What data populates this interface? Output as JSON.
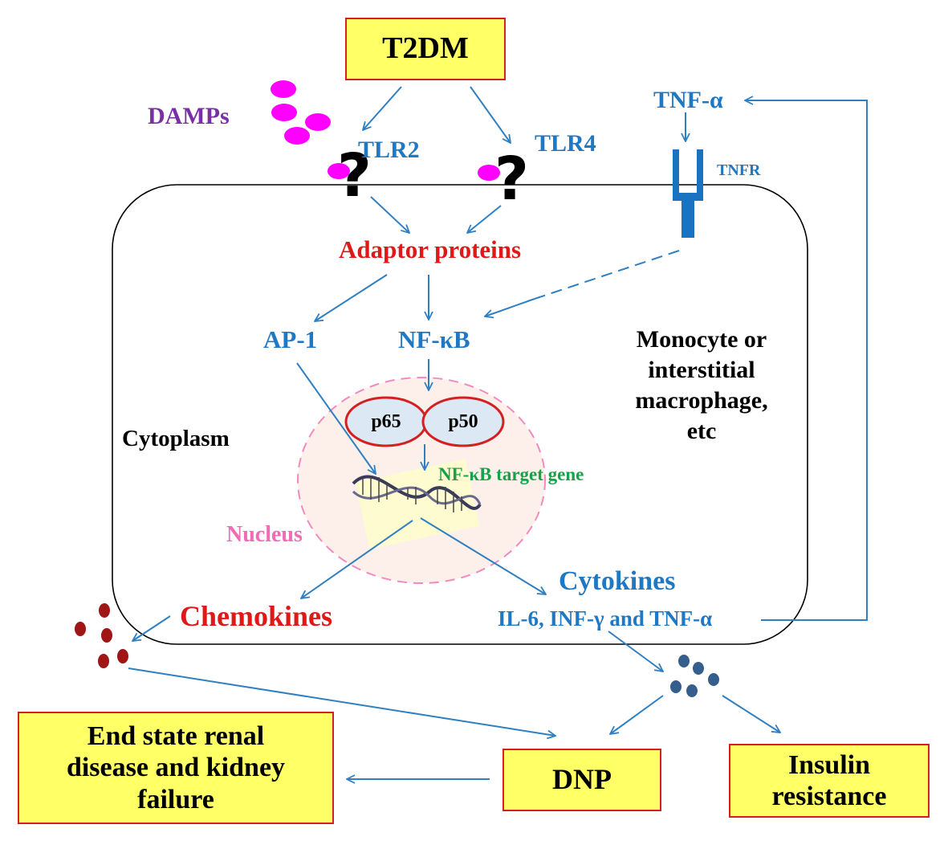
{
  "colors": {
    "arrow": "#2f7fc1",
    "box_fill": "#ffff66",
    "box_border": "#d42020",
    "damps_dot": "#ff00ff",
    "chemokine_dot": "#a01616",
    "cytokine_dot": "#355e8c",
    "nucleus_dash": "#f08ac0",
    "nucleus_fill": "#fdf0ea",
    "tnfr": "#1a73c0",
    "red_text": "#e01818",
    "blue_text": "#1f78c4",
    "purple_text": "#7a2fa6",
    "green_text": "#19a04a",
    "pink_text": "#f06cb4"
  },
  "labels": {
    "t2dm": "T2DM",
    "damps": "DAMPs",
    "tlr2": "TLR2",
    "tlr4": "TLR4",
    "question_mark": "?",
    "tnf_alpha": "TNF-α",
    "tnfr": "TNFR",
    "adaptor_proteins": "Adaptor proteins",
    "ap1": "AP-1",
    "nfkb": "NF-κB",
    "cell_type_line1": "Monocyte or",
    "cell_type_line2": "interstitial",
    "cell_type_line3": "macrophage,",
    "cell_type_line4": "etc",
    "p65": "p65",
    "p50": "p50",
    "cytoplasm": "Cytoplasm",
    "target_gene": "NF-κB target gene",
    "nucleus": "Nucleus",
    "cytokines": "Cytokines",
    "cytokine_list": "IL-6, INF-γ and TNF-α",
    "chemokines": "Chemokines",
    "esrd_line1": "End state renal",
    "esrd_line2": "disease and kidney",
    "esrd_line3": "failure",
    "dnp": "DNP",
    "insulin_line1": "Insulin",
    "insulin_line2": "resistance"
  }
}
